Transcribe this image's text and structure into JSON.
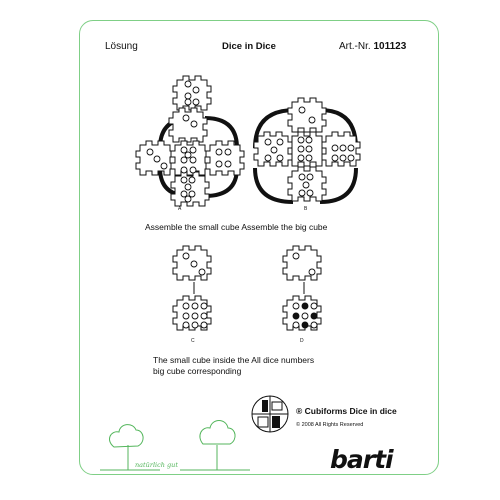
{
  "header": {
    "left": "Lösung",
    "center": "Dice in Dice",
    "right_prefix": "Art.-Nr.",
    "right_number": "101123"
  },
  "figures": {
    "a": "A",
    "b": "B",
    "c": "C",
    "d": "D"
  },
  "captions": {
    "line1": "Assemble the small cube  Assemble the big cube",
    "line2": "The small cube inside the All dice numbers",
    "line3": "big cube  corresponding"
  },
  "brand": {
    "title": "Cubiforms Dice in dice",
    "copyright": "© 2008 All Rights Reserved",
    "logo": "barti",
    "logo_mark": "®",
    "slogan": "natürlich gut"
  },
  "colors": {
    "frame_green": "#7fcf86",
    "logo_red": "#d6232a"
  }
}
